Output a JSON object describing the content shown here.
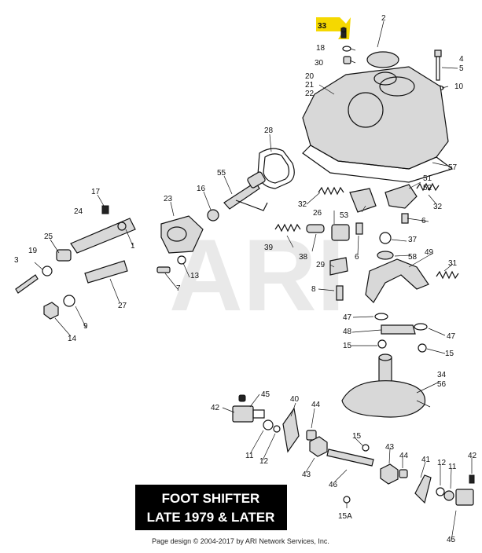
{
  "watermark": "ARI",
  "title_line1": "FOOT SHIFTER",
  "title_line2": "LATE 1979 & LATER",
  "footer": "Page design © 2004-2017 by ARI Network Services, Inc.",
  "highlight_color": "#f5d800",
  "labels": {
    "l33": "33",
    "l18": "18",
    "l30": "30",
    "l2": "2",
    "l4": "4",
    "l5": "5",
    "l20": "20",
    "l21": "21",
    "l22": "22",
    "l10": "10",
    "l28": "28",
    "l57": "57",
    "l17": "17",
    "l24": "24",
    "l23": "23",
    "l16": "16",
    "l55": "55",
    "l32a": "32",
    "l51": "51",
    "l52": "52",
    "l32b": "32",
    "l26": "26",
    "l53": "53",
    "l6a": "6",
    "l37": "37",
    "l25": "25",
    "l1": "1",
    "l3": "3",
    "l19": "19",
    "l39": "39",
    "l38": "38",
    "l6b": "6",
    "l58": "58",
    "l49": "49",
    "l31": "31",
    "l7": "7",
    "l13": "13",
    "l29": "29",
    "l27": "27",
    "l8": "8",
    "l9": "9",
    "l14": "14",
    "l47a": "47",
    "l48": "48",
    "l47b": "47",
    "l15a": "15",
    "l15b": "15",
    "l34": "34",
    "l56": "56",
    "l42a": "42",
    "l45a": "45",
    "l40": "40",
    "l44a": "44",
    "l11a": "11",
    "l12a": "12",
    "l15c": "15",
    "l43a": "43",
    "l43b": "43",
    "l44b": "44",
    "l41": "41",
    "l12b": "12",
    "l11b": "11",
    "l42b": "42",
    "l46": "46",
    "l15A": "15A",
    "l45b": "45"
  }
}
